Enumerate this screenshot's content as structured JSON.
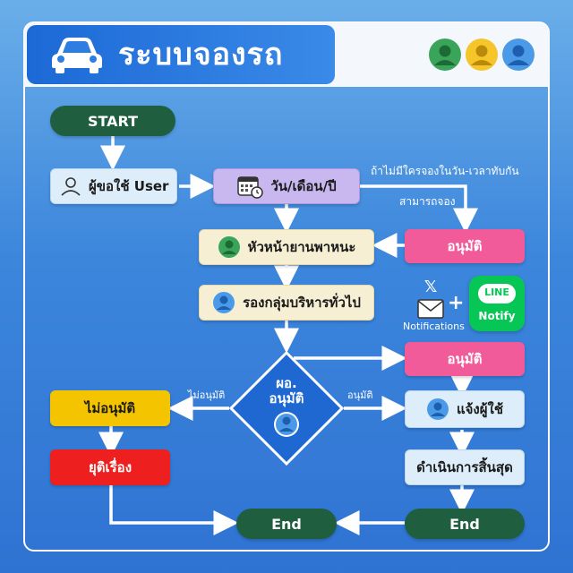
{
  "header": {
    "title": "ระบบจองรถ"
  },
  "nodes": {
    "start": "START",
    "user": "ผู้ขอใช้ User",
    "date": "วัน/เดือน/ปี",
    "vehicle_head": "หัวหน้ายานพาหนะ",
    "deputy": "รองกลุ่มบริหารทั่วไป",
    "approve_top": "อนุมัติ",
    "approve_mid": "อนุมัติ",
    "director": "ผอ.\nอนุมัติ",
    "not_approved": "ไม่อนุมัติ",
    "terminate": "ยุติเรื่อง",
    "notify_user": "แจ้งผู้ใช้",
    "finish": "ดำเนินการสิ้นสุด",
    "end_left": "End",
    "end_right": "End"
  },
  "edge_labels": {
    "no_overlap": "ถ้าไม่มีใครจองในวัน-เวลาทับกัน",
    "can_book": "สามารถจอง",
    "reject": "ไม่อนุมัติ",
    "accept": "อนุมัติ"
  },
  "notifications": {
    "x_symbol": "𝕏",
    "plus": "+",
    "caption": "Notifications",
    "line_top": "LINE",
    "line_bottom": "Notify"
  },
  "colors": {
    "start_end": "#1f5e3f",
    "approve": "#f25b9a",
    "reject": "#f5c400",
    "terminate": "#ee1f1f",
    "line_green": "#06c755"
  }
}
